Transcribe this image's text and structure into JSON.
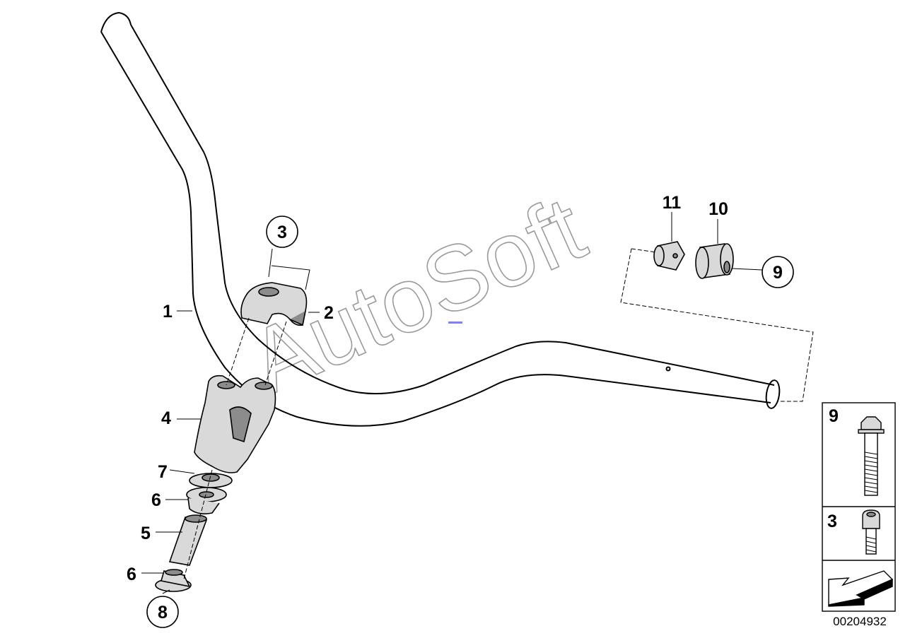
{
  "watermark": "AutoSoft",
  "document_number": "00204932",
  "callouts": {
    "c1": "1",
    "c2": "2",
    "c3": "3",
    "c4": "4",
    "c5": "5",
    "c6a": "6",
    "c6b": "6",
    "c7": "7",
    "c8": "8",
    "c9": "9",
    "c10": "10",
    "c11": "11"
  },
  "legend": {
    "bolt_9_label": "9",
    "bolt_3_label": "3"
  },
  "icons": {
    "direction": "arrow-forward-left-icon"
  },
  "colors": {
    "line": "#000000",
    "part_fill": "#d9d9d9",
    "part_dark": "#8c8c8c",
    "watermark": "#9a9a9a"
  }
}
